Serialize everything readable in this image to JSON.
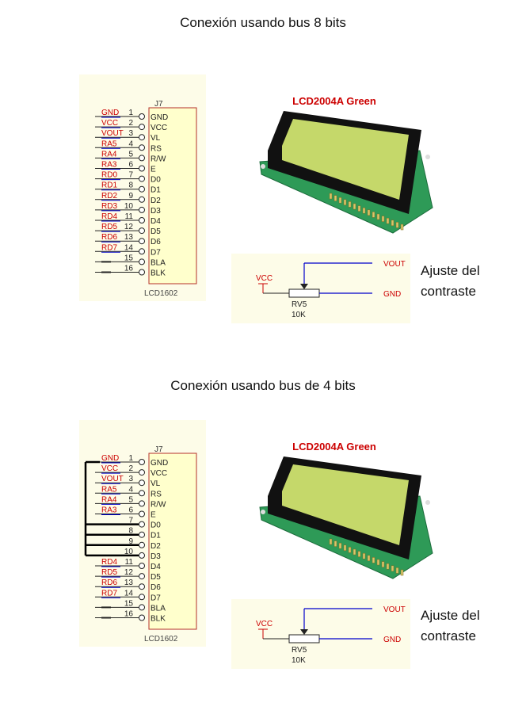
{
  "section_8bit": {
    "title": "Conexión usando bus 8 bits",
    "schematic": {
      "designator": "J7",
      "part": "LCD1602",
      "pins": [
        {
          "num": "1",
          "name": "GND",
          "net": "GND"
        },
        {
          "num": "2",
          "name": "VCC",
          "net": "VCC"
        },
        {
          "num": "3",
          "name": "VL",
          "net": "VOUT"
        },
        {
          "num": "4",
          "name": "RS",
          "net": "RA5"
        },
        {
          "num": "5",
          "name": "R/W",
          "net": "RA4"
        },
        {
          "num": "6",
          "name": "E",
          "net": "RA3"
        },
        {
          "num": "7",
          "name": "D0",
          "net": "RD0"
        },
        {
          "num": "8",
          "name": "D1",
          "net": "RD1"
        },
        {
          "num": "9",
          "name": "D2",
          "net": "RD2"
        },
        {
          "num": "10",
          "name": "D3",
          "net": "RD3"
        },
        {
          "num": "11",
          "name": "D4",
          "net": "RD4"
        },
        {
          "num": "12",
          "name": "D5",
          "net": "RD5"
        },
        {
          "num": "13",
          "name": "D6",
          "net": "RD6"
        },
        {
          "num": "14",
          "name": "D7",
          "net": "RD7"
        },
        {
          "num": "15",
          "name": "BLA",
          "net": ""
        },
        {
          "num": "16",
          "name": "BLK",
          "net": ""
        }
      ]
    },
    "lcd": {
      "label": "LCD2004A Green"
    },
    "contrast": {
      "vcc": "VCC",
      "vout": "VOUT",
      "gnd": "GND",
      "ref": "RV5",
      "value": "10K",
      "caption_line1": "Ajuste del",
      "caption_line2": "contraste"
    }
  },
  "section_4bit": {
    "title": "Conexión usando bus de 4 bits",
    "schematic": {
      "designator": "J7",
      "part": "LCD1602",
      "pins": [
        {
          "num": "1",
          "name": "GND",
          "net": "GND"
        },
        {
          "num": "2",
          "name": "VCC",
          "net": "VCC"
        },
        {
          "num": "3",
          "name": "VL",
          "net": "VOUT"
        },
        {
          "num": "4",
          "name": "RS",
          "net": "RA5"
        },
        {
          "num": "5",
          "name": "R/W",
          "net": "RA4"
        },
        {
          "num": "6",
          "name": "E",
          "net": "RA3"
        },
        {
          "num": "7",
          "name": "D0",
          "net": ""
        },
        {
          "num": "8",
          "name": "D1",
          "net": ""
        },
        {
          "num": "9",
          "name": "D2",
          "net": ""
        },
        {
          "num": "10",
          "name": "D3",
          "net": ""
        },
        {
          "num": "11",
          "name": "D4",
          "net": "RD4"
        },
        {
          "num": "12",
          "name": "D5",
          "net": "RD5"
        },
        {
          "num": "13",
          "name": "D6",
          "net": "RD6"
        },
        {
          "num": "14",
          "name": "D7",
          "net": "RD7"
        },
        {
          "num": "15",
          "name": "BLA",
          "net": ""
        },
        {
          "num": "16",
          "name": "BLK",
          "net": ""
        }
      ]
    },
    "lcd": {
      "label": "LCD2004A Green"
    },
    "contrast": {
      "vcc": "VCC",
      "vout": "VOUT",
      "gnd": "GND",
      "ref": "RV5",
      "value": "10K",
      "caption_line1": "Ajuste del",
      "caption_line2": "contraste"
    }
  },
  "colors": {
    "net_label": "#cc0000",
    "net_underline": "#0000cc",
    "schematic_ink": "#222222",
    "part_fill": "#ffffcc",
    "part_border": "#b5302a",
    "panel_bg": "#fdfce8",
    "lcd_screen": "#c5d86a",
    "lcd_pcb": "#2e9a57",
    "lcd_title": "#cc0000"
  }
}
